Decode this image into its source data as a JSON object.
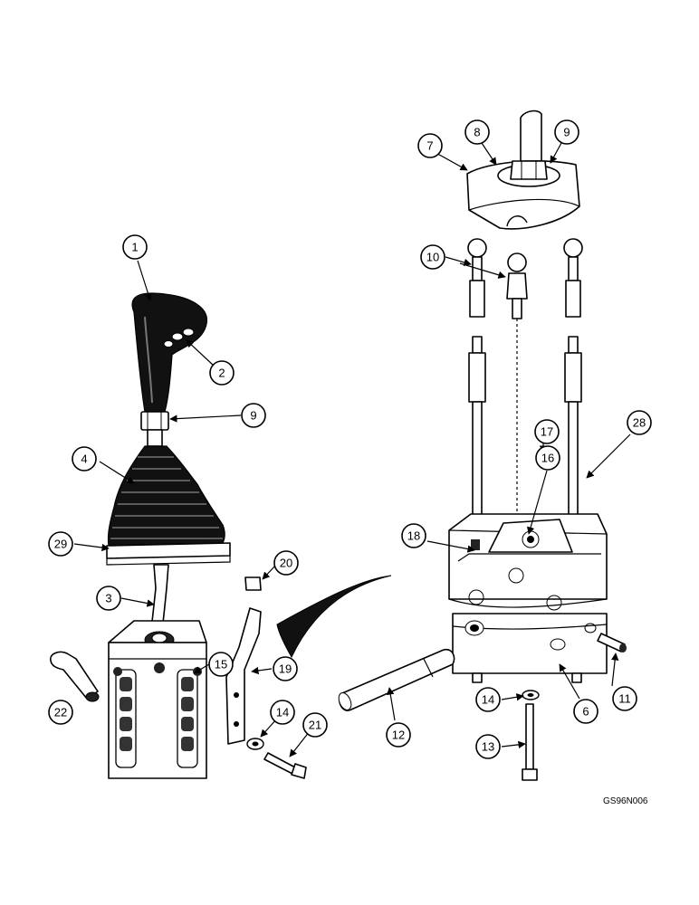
{
  "drawing_code": "GS96N006",
  "callouts": {
    "c1": "1",
    "c2": "2",
    "c3": "3",
    "c4": "4",
    "c6": "6",
    "c7": "7",
    "c8": "8",
    "c9a": "9",
    "c9b": "9",
    "c10": "10",
    "c11": "11",
    "c12": "12",
    "c13": "13",
    "c14a": "14",
    "c14b": "14",
    "c15": "15",
    "c16": "16",
    "c17": "17",
    "c18": "18",
    "c19": "19",
    "c20": "20",
    "c21": "21",
    "c22": "22",
    "c28": "28",
    "c29": "29"
  }
}
